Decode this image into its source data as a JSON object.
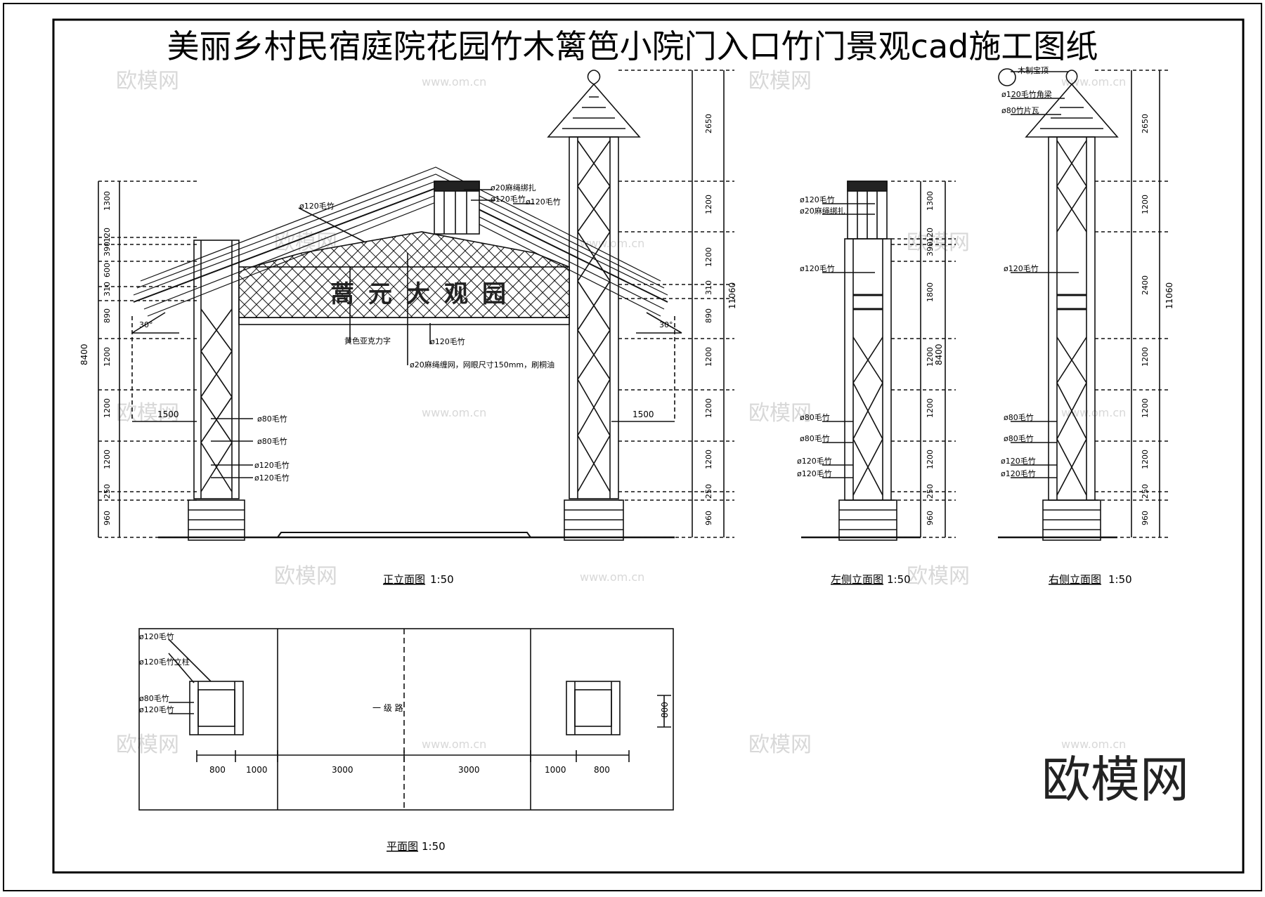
{
  "title": "美丽乡村民宿庭院花园竹木篱笆小院门入口竹门景观cad施工图纸",
  "brand": "欧模网",
  "sign_text": "蒿元大观园",
  "watermark": {
    "name": "欧模网",
    "url": "www.om.cn"
  },
  "views": {
    "front": {
      "caption": "正立面图",
      "scale": "1:50",
      "left_dims": [
        "1300",
        "120",
        "390",
        "600",
        "310",
        "890",
        "1200",
        "1200",
        "1200",
        "250",
        "960"
      ],
      "right_dims": [
        "2650",
        "1200",
        "1200",
        "310",
        "890",
        "1200",
        "1200",
        "1200",
        "250",
        "960"
      ],
      "total_left": "8400",
      "total_right": "11060",
      "overhang": "1500",
      "angle": "30°",
      "callouts": [
        "ø120毛竹",
        "ø20麻绳绑扎",
        "ø120毛竹",
        "ø120毛竹",
        "黄色亚克力字",
        "ø120毛竹",
        "ø20麻绳缠网，网眼尺寸150mm，刷桐油",
        "ø80毛竹",
        "ø80毛竹",
        "ø120毛竹",
        "ø120毛竹"
      ]
    },
    "left": {
      "caption": "左侧立面图",
      "scale": "1:50",
      "dims": [
        "1300",
        "120",
        "390",
        "1800",
        "1200",
        "1200",
        "1200",
        "250",
        "960"
      ],
      "total": "8400",
      "callouts": [
        "ø120毛竹",
        "ø20麻绳绑扎",
        "ø120毛竹",
        "ø80毛竹",
        "ø80毛竹",
        "ø120毛竹",
        "ø120毛竹"
      ]
    },
    "right": {
      "caption": "右侧立面图",
      "scale": "1:50",
      "dims": [
        "2650",
        "1200",
        "2400",
        "1200",
        "1200",
        "1200",
        "250",
        "960"
      ],
      "total": "11060",
      "callouts": [
        "木制宝顶",
        "ø120毛竹角梁",
        "ø80竹片瓦",
        "ø120毛竹",
        "ø80毛竹",
        "ø80毛竹",
        "ø120毛竹",
        "ø120毛竹"
      ]
    },
    "plan": {
      "caption": "平面图",
      "scale": "1:50",
      "road": "一 级 路",
      "dims": [
        "800",
        "1000",
        "3000",
        "3000",
        "1000",
        "800"
      ],
      "side_dim": "800",
      "callouts": [
        "ø120毛竹",
        "ø120毛竹立柱",
        "ø80毛竹",
        "ø120毛竹"
      ]
    }
  }
}
